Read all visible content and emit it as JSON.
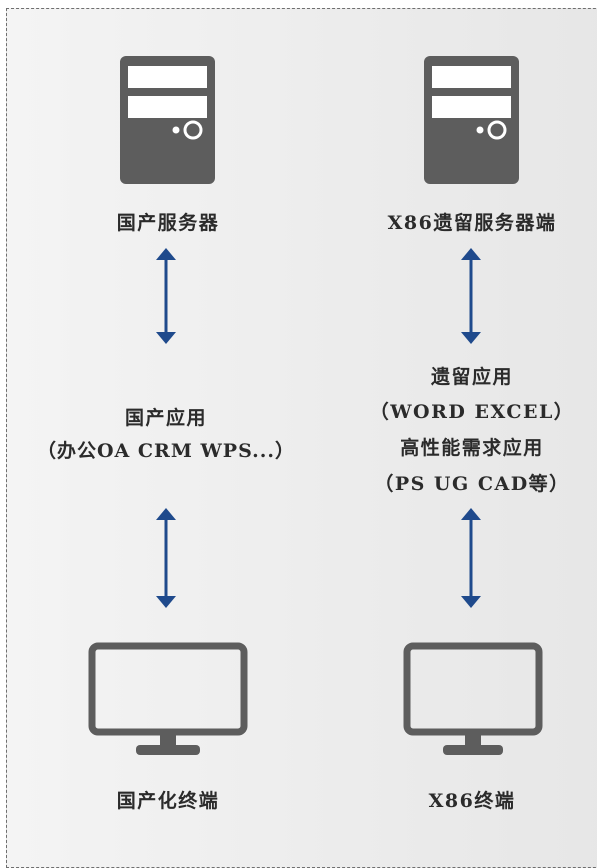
{
  "left": {
    "server_label": "国产服务器",
    "app_lines": [
      "国产应用",
      "（办公OA  CRM  WPS...）"
    ],
    "terminal_label": "国产化终端"
  },
  "right": {
    "server_label": "X86遗留服务器端",
    "app_lines": [
      "遗留应用",
      "（WORD  EXCEL）",
      "高性能需求应用",
      "（PS  UG  CAD等）"
    ],
    "terminal_label": "X86终端"
  },
  "colors": {
    "arrow": "#1f4a8c",
    "icon": "#5d5d5d"
  },
  "icons": [
    "server-icon",
    "monitor-icon",
    "double-arrow-icon"
  ]
}
